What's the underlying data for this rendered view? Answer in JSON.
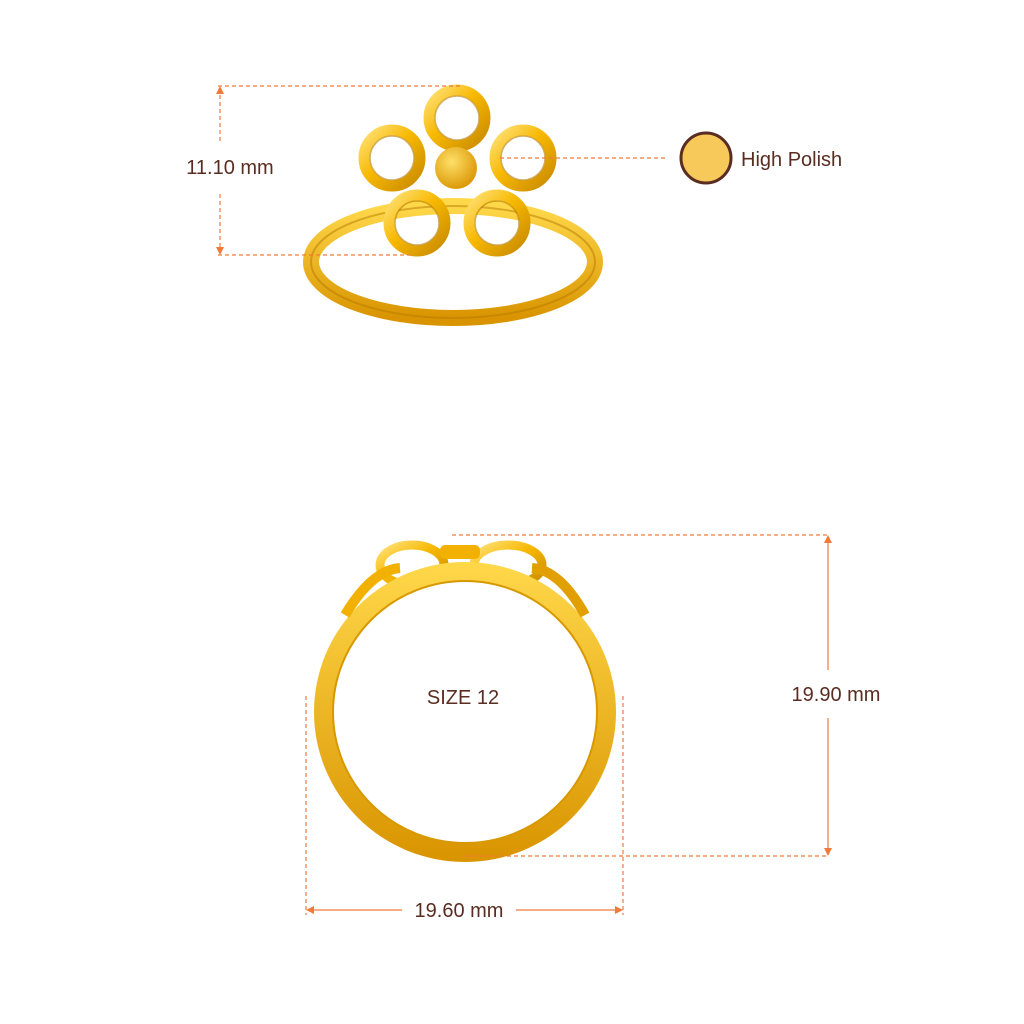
{
  "top_view": {
    "height_label": "11.10 mm",
    "finish_label": "High Polish"
  },
  "side_view": {
    "size_label": "SIZE 12",
    "width_label": "19.60 mm",
    "height_label": "19.90 mm"
  },
  "colors": {
    "dimension_line": "#f07a3a",
    "text": "#5a2d22",
    "gold_light": "#ffd23a",
    "gold_mid": "#f5b400",
    "gold_dark": "#c98a00",
    "swatch_fill": "#f7c95a",
    "swatch_border": "#5a2d22"
  }
}
